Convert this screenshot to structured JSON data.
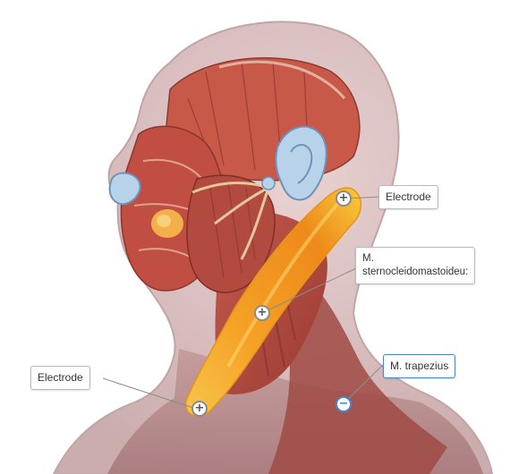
{
  "labels": {
    "electrode_top": "Electrode",
    "sternocleidomastoideus": "M.\nsternocleidomastoideu:",
    "electrode_bottom": "Electrode",
    "trapezius": "M. trapezius"
  },
  "hotspots": {
    "plus_symbol": "+",
    "minus_symbol": "−"
  },
  "colors": {
    "label_border": "#b9b9b9",
    "selected_border": "#4a86c8",
    "muscle_highlight": "#f39a1e",
    "muscle_red": "#b0473c",
    "skin_shell": "#d9bcbc"
  },
  "icons": {
    "add": "plus-icon",
    "remove": "minus-icon"
  }
}
